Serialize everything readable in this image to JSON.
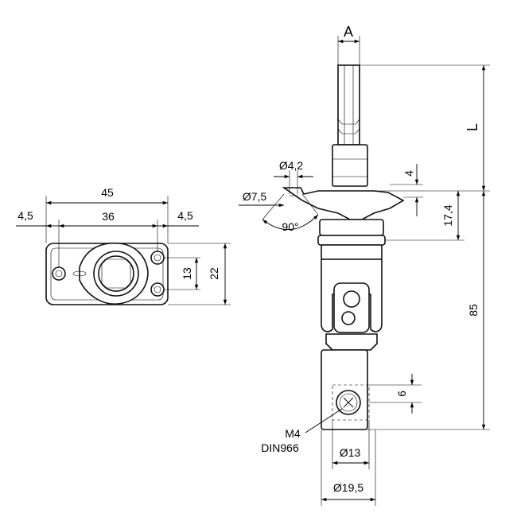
{
  "drawing": {
    "plate_dims": {
      "overall_width": "45",
      "hole_spacing": "36",
      "left_edge": "4,5",
      "right_edge": "4,5",
      "inner_height": "13",
      "outer_height": "22"
    },
    "side_dims": {
      "shaft_width": "A",
      "shaft_length": "L",
      "hole_diameter": "Ø4,2",
      "countersink_diameter": "Ø7,5",
      "countersink_angle": "90°",
      "flange_thickness": "4",
      "flange_offset": "17,4",
      "total_length": "85",
      "screw_offset": "6",
      "inner_diameter": "Ø13",
      "outer_diameter": "Ø19,5"
    },
    "screw_note": {
      "line1": "M4",
      "line2": "DIN966"
    }
  }
}
